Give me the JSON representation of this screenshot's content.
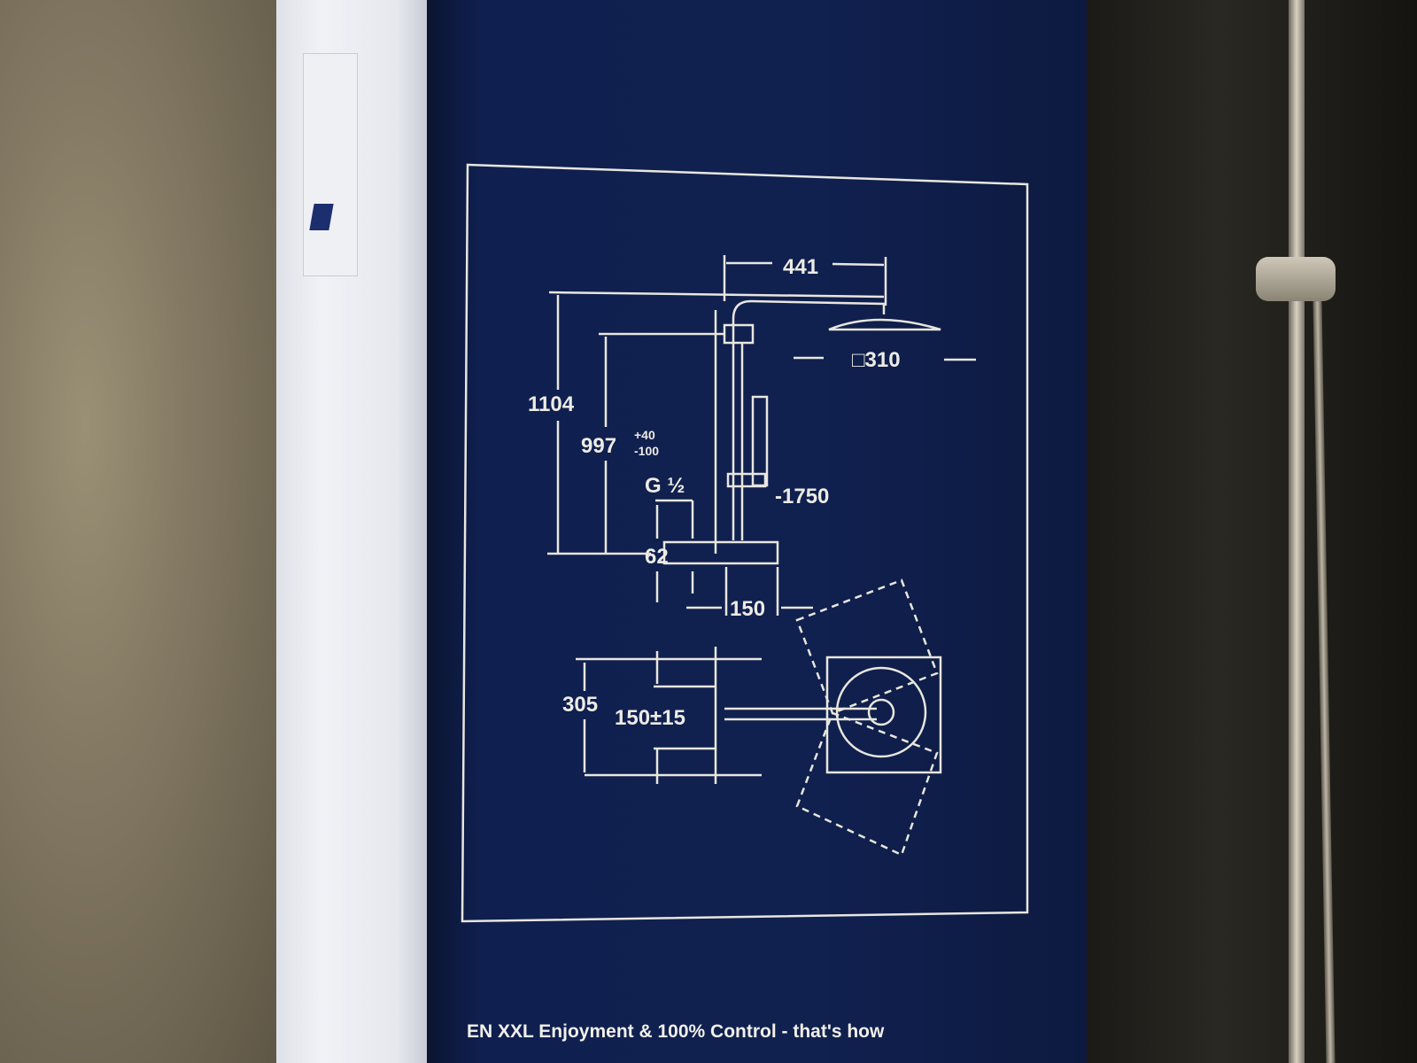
{
  "diagram": {
    "dimensions": {
      "width_top": "441",
      "head_size": "□310",
      "total_height": "1104",
      "height_adjust": "997",
      "tolerance_plus": "+40",
      "tolerance_minus": "-100",
      "thread": "G ½",
      "inlet_spacing": "62",
      "rail_length": "-1750",
      "depth": "150",
      "plan_width": "305",
      "plan_spacing": "150±15"
    }
  },
  "caption": "EN  XXL Enjoyment & 100% Control - that's how"
}
